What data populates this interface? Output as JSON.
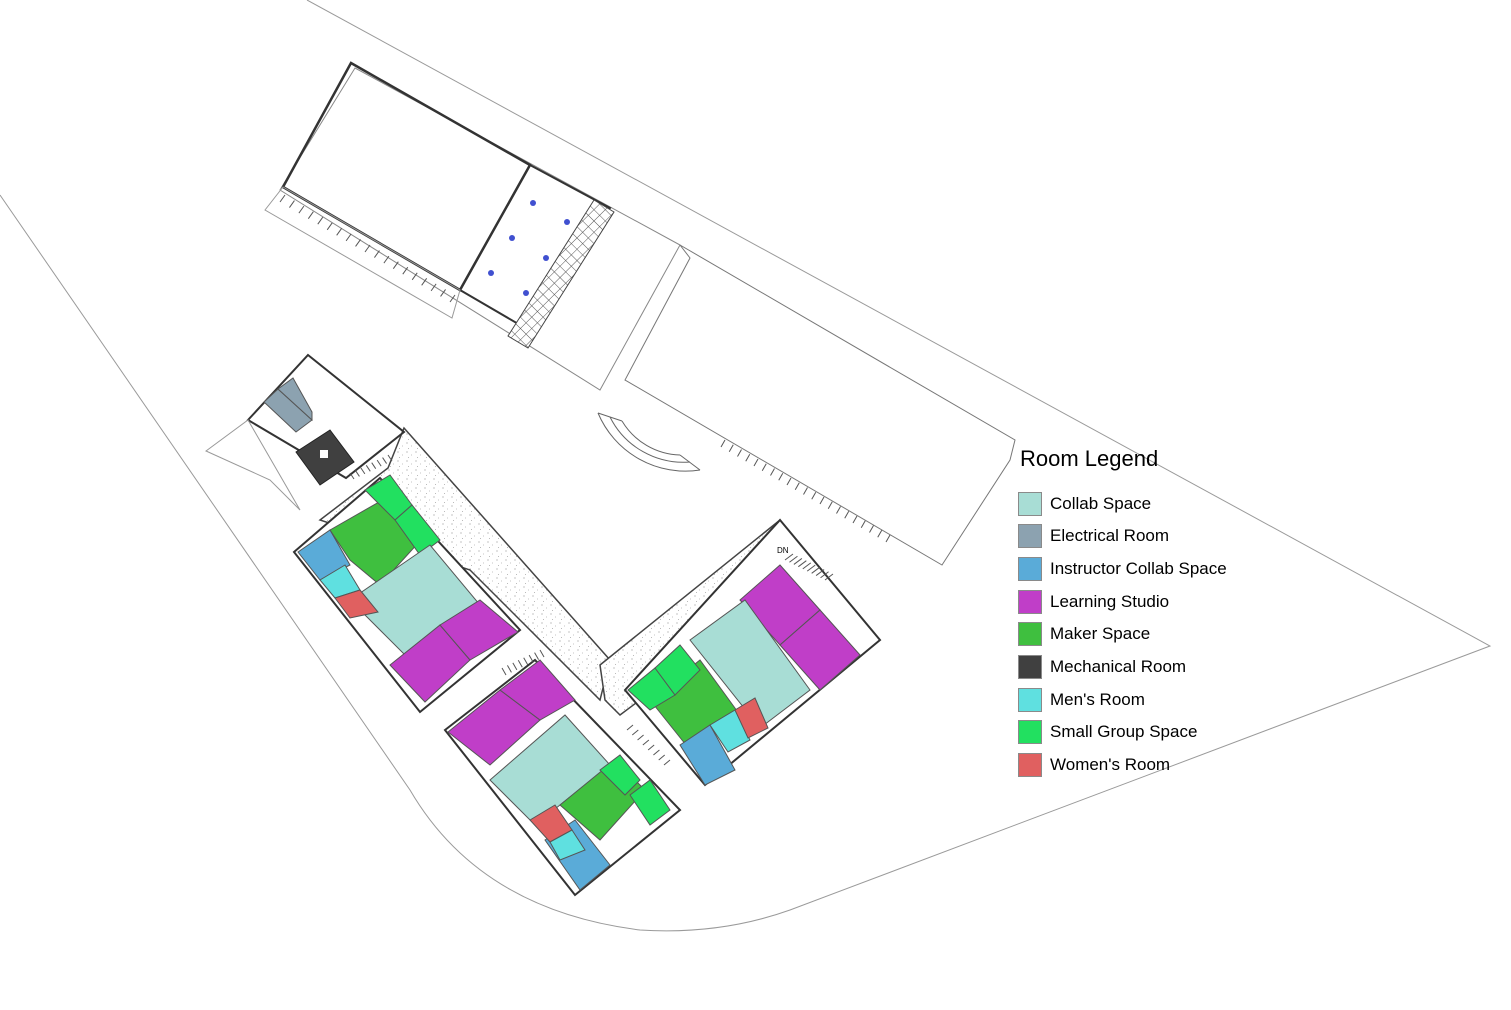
{
  "legend": {
    "title": "Room Legend",
    "items": [
      {
        "label": "Collab Space",
        "color": "#a8ddd5"
      },
      {
        "label": "Electrical Room",
        "color": "#8ca2b0"
      },
      {
        "label": "Instructor Collab Space",
        "color": "#5aabd8"
      },
      {
        "label": "Learning Studio",
        "color": "#c03ec8"
      },
      {
        "label": "Maker Space",
        "color": "#3fbf3f"
      },
      {
        "label": "Mechanical Room",
        "color": "#404040"
      },
      {
        "label": "Men's Room",
        "color": "#5fe0e0"
      },
      {
        "label": "Small Group Space",
        "color": "#22e060"
      },
      {
        "label": "Women's Room",
        "color": "#e06060"
      }
    ]
  },
  "stair_label": "DN"
}
